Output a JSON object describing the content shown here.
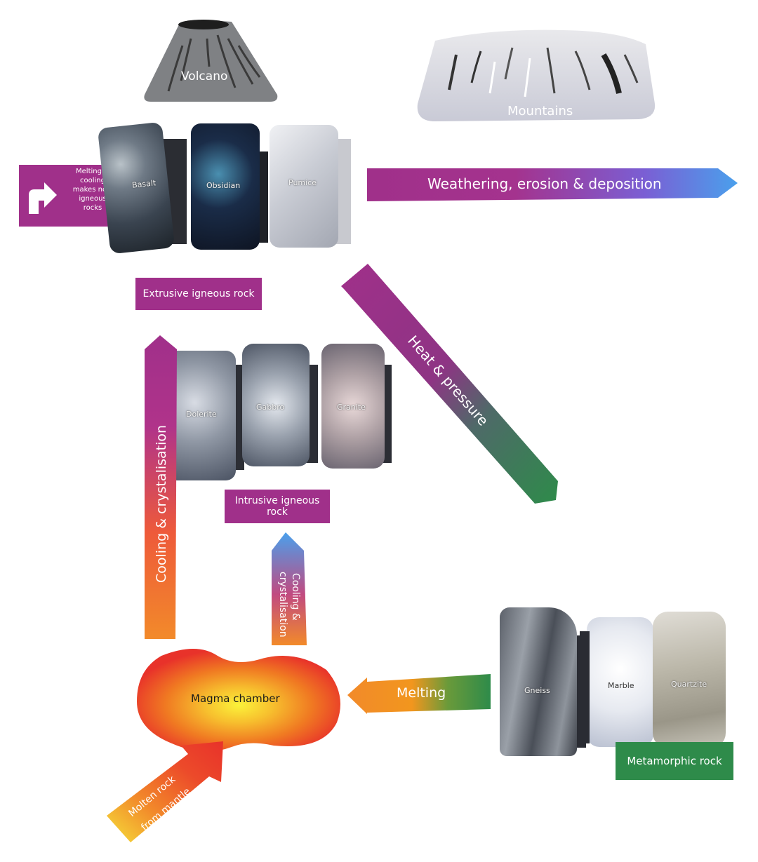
{
  "landforms": {
    "volcano": "Volcano",
    "mountains": "Mountains"
  },
  "extrusive": {
    "rocks": [
      "Basalt",
      "Obsidian",
      "Pumice"
    ],
    "label": "Extrusive igneous rock"
  },
  "intrusive": {
    "rocks": [
      "Dolerite",
      "Gabbro",
      "Granite"
    ],
    "label": "Intrusive igneous rock"
  },
  "metamorphic": {
    "rocks": [
      "Gneiss",
      "Marble",
      "Quartzite"
    ],
    "label": "Metamorphic rock"
  },
  "melting_note": {
    "lines": [
      "Melting &",
      "cooling",
      "makes new",
      "igneous",
      "rocks"
    ]
  },
  "arrows": {
    "weathering": "Weathering, erosion & deposition",
    "heat_pressure": "Heat & pressure",
    "cooling_large": "Cooling & crystalisation",
    "cooling_small_line1": "Cooling &",
    "cooling_small_line2": "crystalisation",
    "melting": "Melting",
    "molten_line1": "Molten rock",
    "molten_line2": "from mantle"
  },
  "magma": "Magma chamber",
  "colors": {
    "purple": "#a0308a",
    "blue": "#4a9fe8",
    "green": "#2e8b4a",
    "orange": "#f07a20",
    "red": "#e8322a",
    "yellow": "#f5e03a"
  }
}
